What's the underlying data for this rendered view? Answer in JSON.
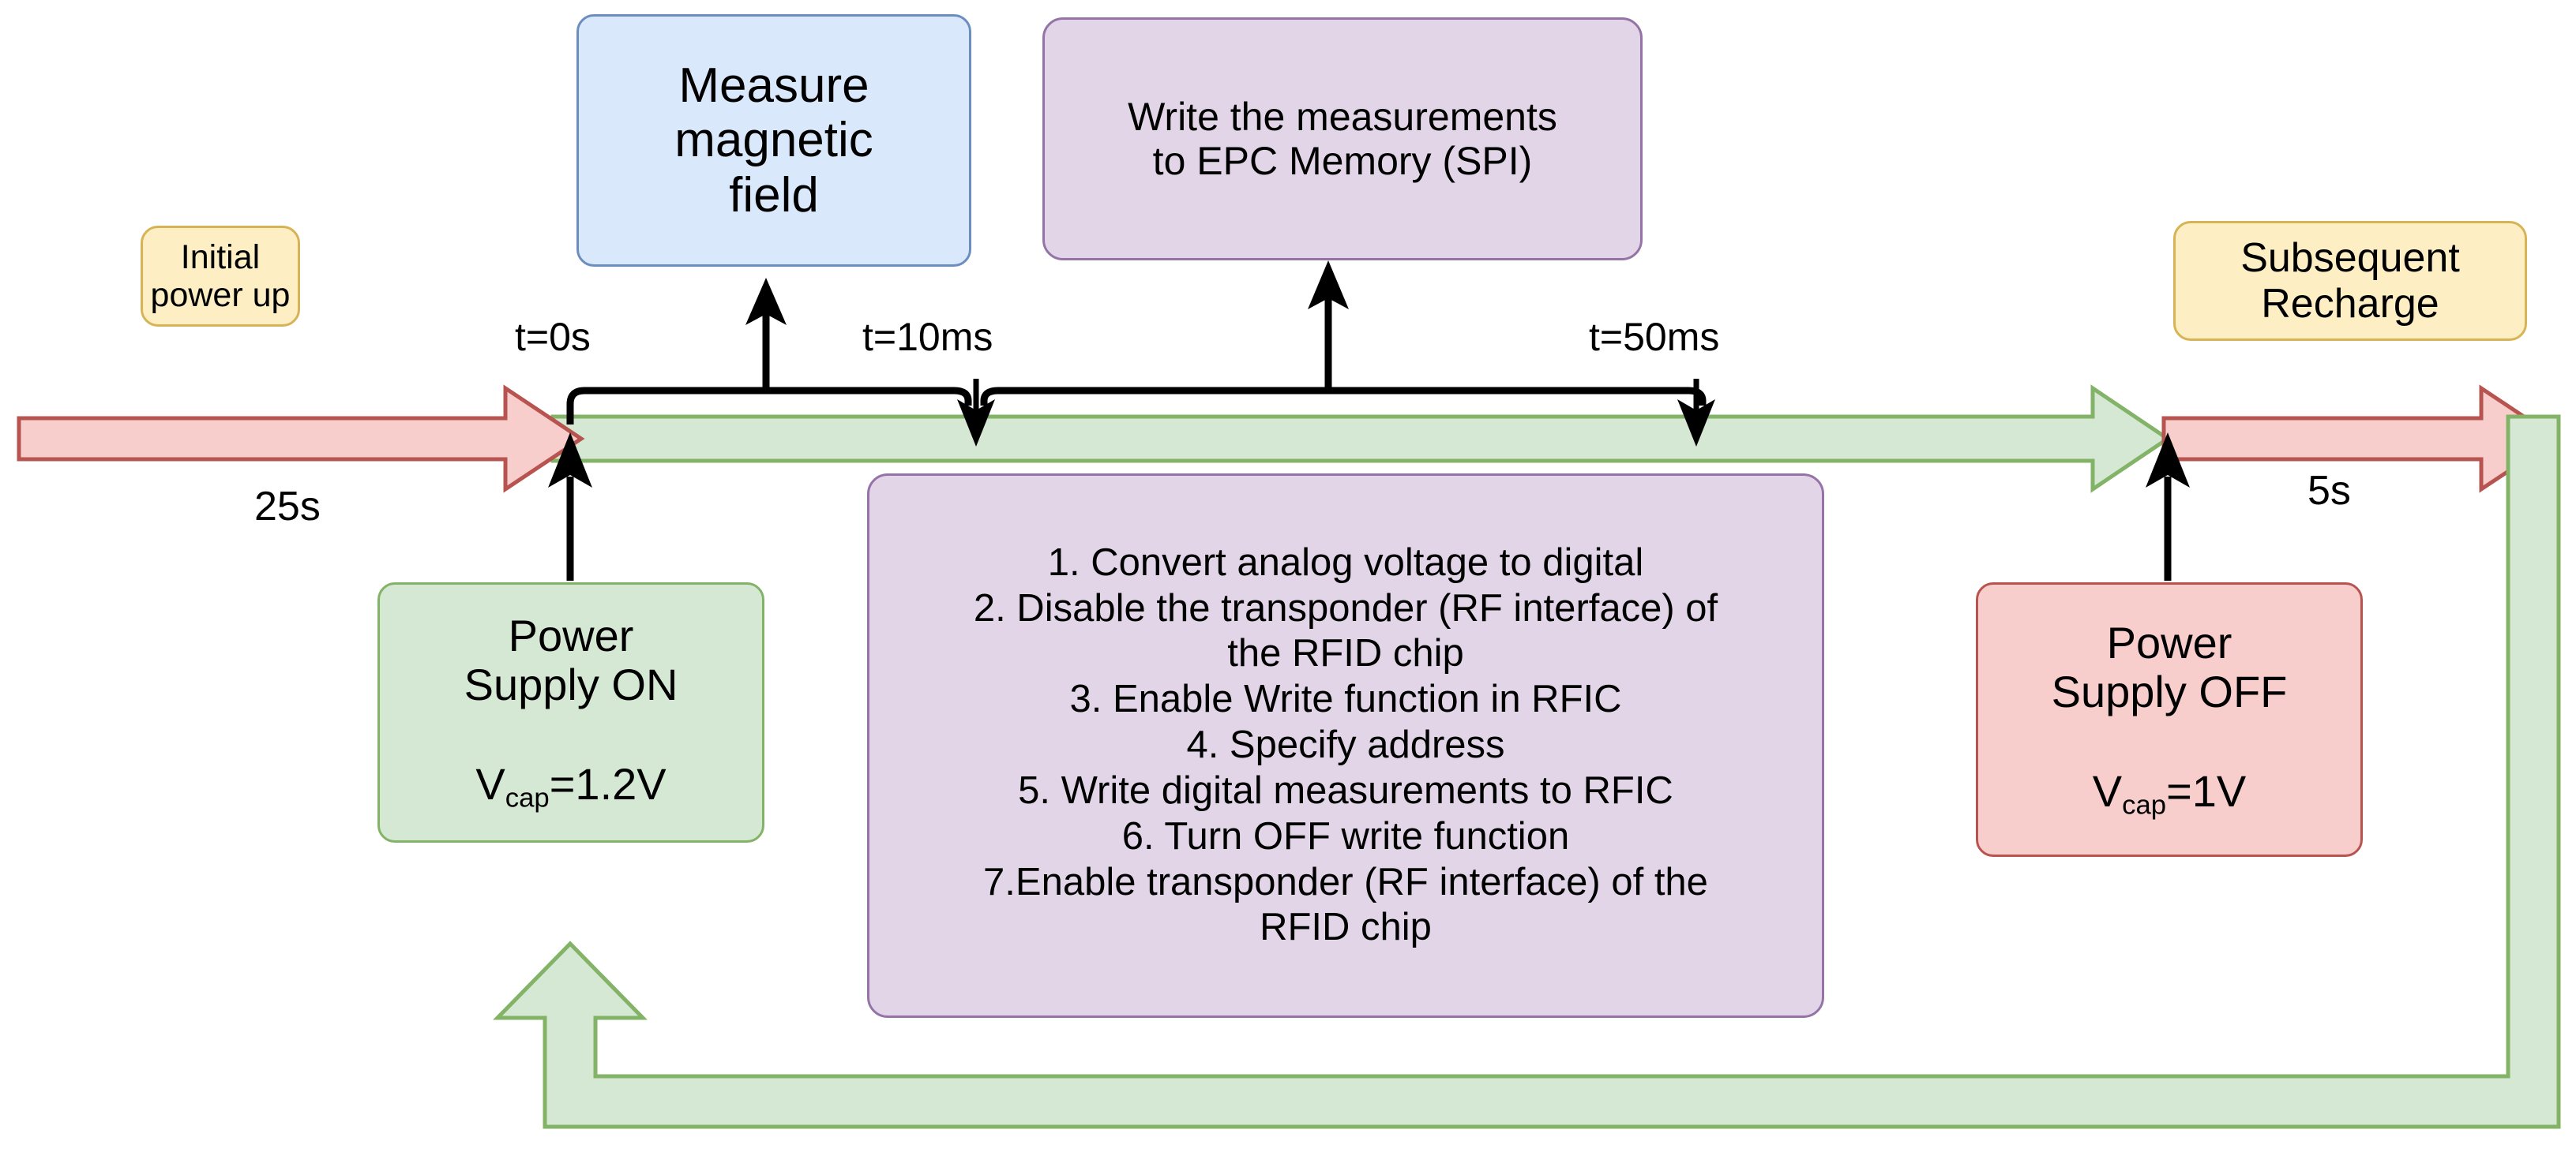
{
  "diagram": {
    "title_boxes": {
      "initial_power_up": "Initial\npower up",
      "measure_magnetic_field": "Measure\nmagnetic\nfield",
      "write_measurements": "Write the measurements\nto EPC Memory (SPI)",
      "subsequent_recharge": "Subsequent\nRecharge"
    },
    "power_on": {
      "line1": "Power",
      "line2": "Supply ON",
      "symbol": "V",
      "subscript": "cap",
      "value": "=1.2V"
    },
    "power_off": {
      "line1": "Power",
      "line2": "Supply OFF",
      "symbol": "V",
      "subscript": "cap",
      "value": "=1V"
    },
    "time_markers": [
      {
        "label": "t=0s"
      },
      {
        "label": "t=10ms"
      },
      {
        "label": "t=50ms"
      }
    ],
    "durations": [
      {
        "label": "25s"
      },
      {
        "label": "5s"
      }
    ],
    "steps_title": "",
    "steps": [
      "1. Convert analog voltage to digital",
      "2. Disable the transponder (RF interface) of",
      "the RFID chip",
      "3. Enable Write function in RFIC",
      "4. Specify address",
      "5. Write digital measurements to RFIC",
      "6. Turn OFF write function",
      "7.Enable transponder (RF interface) of the",
      "RFID chip"
    ],
    "colors": {
      "yellow_fill": "#fdeec4",
      "yellow_stroke": "#d6b456",
      "blue_fill": "#dae8fc",
      "blue_stroke": "#6c8ebf",
      "purple_fill": "#e1d5e7",
      "purple_stroke": "#9673a6",
      "green_fill": "#d5e8d4",
      "green_stroke": "#82b366",
      "red_fill": "#f8cecc",
      "red_stroke": "#b85450",
      "line": "#000000"
    }
  }
}
